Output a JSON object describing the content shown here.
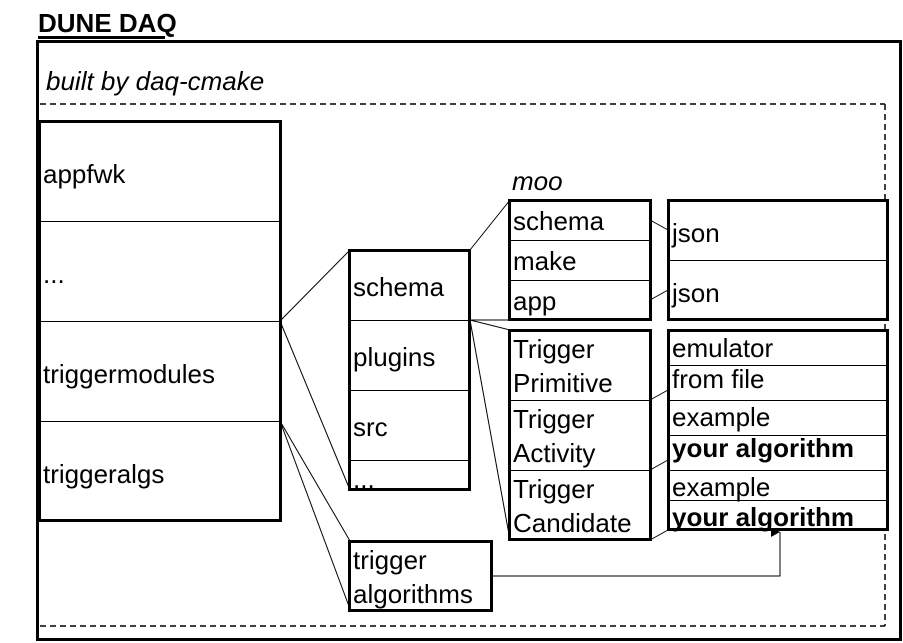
{
  "title": "DUNE DAQ",
  "built_by": "built by daq-cmake",
  "left_stack": [
    "appfwk",
    "...",
    "triggermodules",
    "triggeralgs"
  ],
  "package": [
    "schema",
    "plugins",
    "src",
    "..."
  ],
  "moo_label": "moo",
  "moo_items": [
    "schema",
    "make",
    "app"
  ],
  "json_items": [
    "json",
    "json"
  ],
  "trigger_types": [
    {
      "line1": "Trigger",
      "line2": "Primitive"
    },
    {
      "line1": "Trigger",
      "line2": "Activity"
    },
    {
      "line1": "Trigger",
      "line2": "Candidate"
    }
  ],
  "alg_rows": [
    {
      "text": "emulator",
      "bold": false
    },
    {
      "text": "from file",
      "bold": false
    },
    {
      "text": "example",
      "bold": false
    },
    {
      "text": "your algorithm",
      "bold": true
    },
    {
      "text": "example",
      "bold": false
    },
    {
      "text": "your algorithm",
      "bold": true
    }
  ],
  "trigger_algorithms": {
    "line1": "trigger",
    "line2": "algorithms"
  }
}
